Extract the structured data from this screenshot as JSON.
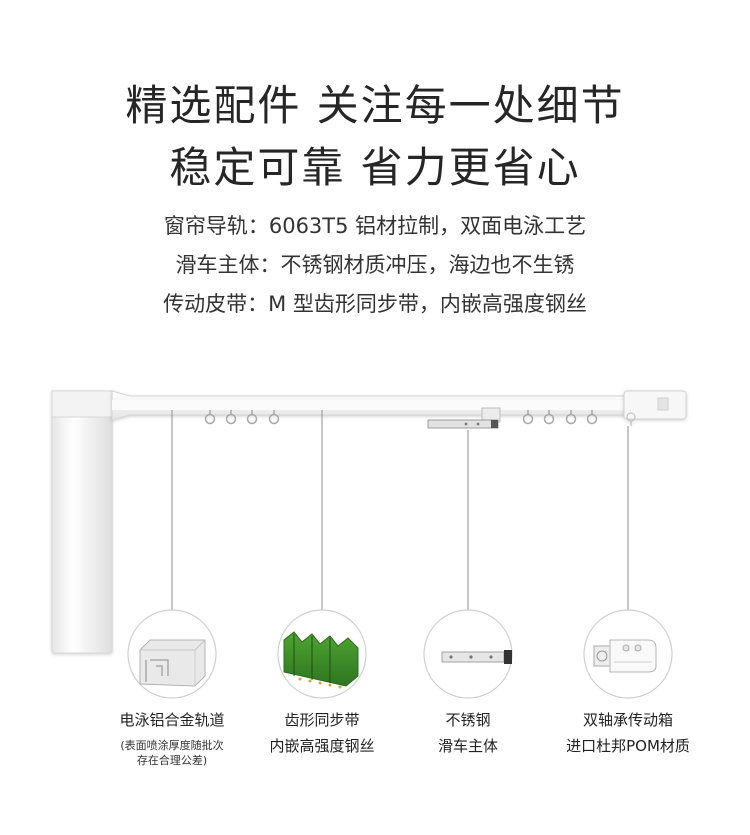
{
  "headline": {
    "line1": "精选配件  关注每一处细节",
    "line2": "稳定可靠  省力更省心"
  },
  "specs": {
    "rail": "窗帘导轨：6063T5 铝材拉制，双面电泳工艺",
    "pulley": "滑车主体：不锈钢材质冲压，海边也不生锈",
    "belt": "传动皮带：M 型齿形同步带，内嵌高强度钢丝"
  },
  "features": [
    {
      "name": "电泳铝合金轨道",
      "note1": "(表面喷涂厚度随批次",
      "note2": "存在合理公差)"
    },
    {
      "name1": "齿形同步带",
      "name2": "内嵌高强度钢丝"
    },
    {
      "name1": "不锈钢",
      "name2": "滑车主体"
    },
    {
      "name1": "双轴承传动箱",
      "name2": "进口杜邦POM材质"
    }
  ],
  "colors": {
    "belt_green": "#3e8f2a",
    "rail_white": "#f6f6f6",
    "circle_border": "#cfcfcf"
  }
}
